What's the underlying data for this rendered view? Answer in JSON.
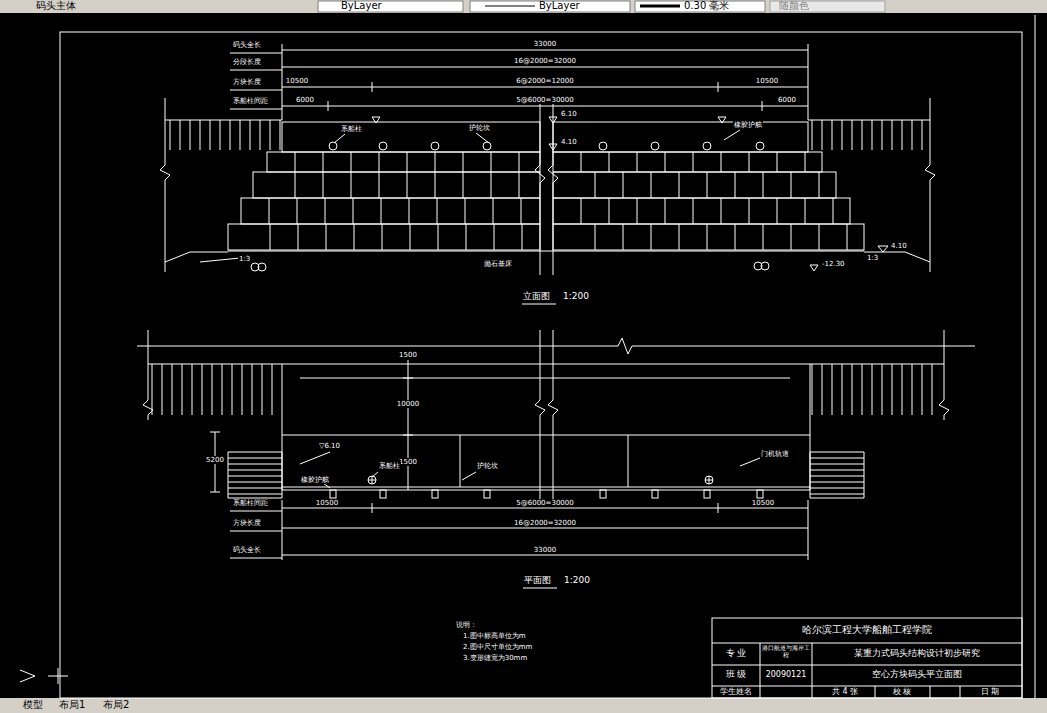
{
  "diagram": {
    "labels": [
      "码头主体",
      "ByLayer",
      "ByLayer",
      "0.30 毫米",
      "随颜色",
      "模型",
      "布局1",
      "布局2",
      "码头全长",
      "分段长度",
      "方块长度",
      "系船柱间距",
      "33000",
      "16@2000=32000",
      "10500",
      "6@2000=12000",
      "10500",
      "6000",
      "5@6000=30000",
      "6000",
      "6.10",
      "4.10",
      "系船柱",
      "护轮坎",
      "橡胶护舷",
      "抛石基床",
      "-12.30",
      "4.10",
      "1:3",
      "1:3",
      "立面图",
      "1:200",
      "1500",
      "10000",
      "1500",
      "5200",
      "▽6.10",
      "系船柱",
      "护轮坎",
      "橡胶护舷",
      "门机轨道",
      "系船柱间距",
      "方块长度",
      "码头全长",
      "10500",
      "5@6000=30000",
      "10500",
      "16@2000=32000",
      "33000",
      "平面图",
      "1:200",
      "说明：",
      "1.图中标高单位为m",
      "2.图中尺寸单位为mm",
      "3.变形缝宽为30mm",
      "哈尔滨工程大学船舶工程学院",
      "专 业",
      "港口航道与海岸工程",
      "某重力式码头结构设计初步研究",
      "班 级",
      "20090121",
      "空心方块码头平立面图",
      "学生姓名",
      "共 4 张",
      "校 核",
      "日 期"
    ]
  }
}
